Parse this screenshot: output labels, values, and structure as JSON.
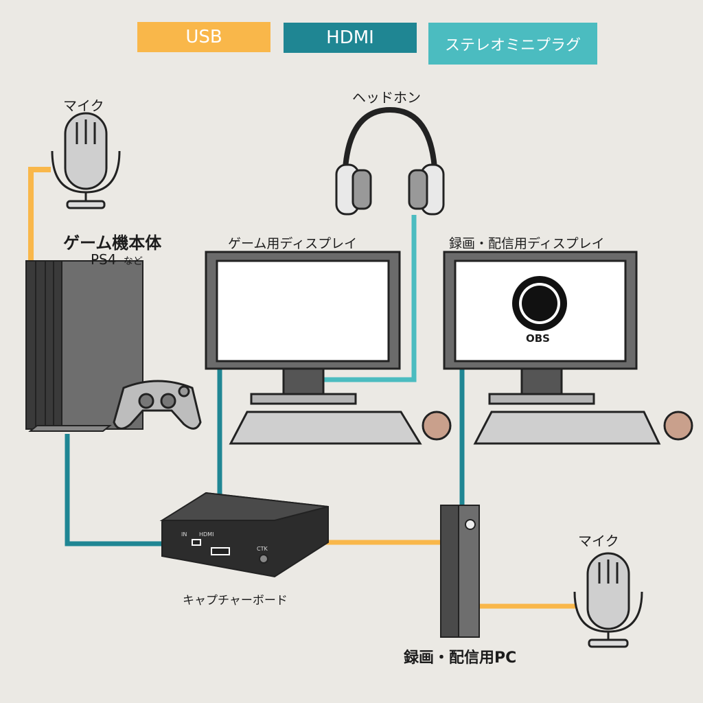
{
  "legend": {
    "usb": {
      "label": "USB",
      "color": "#f9b74a"
    },
    "hdmi": {
      "label": "HDMI",
      "color": "#1f8693"
    },
    "stereo": {
      "label": "ステレオミニプラグ",
      "color": "#4bbcc0"
    }
  },
  "devices": {
    "mic_top": "マイク",
    "headphones": "ヘッドホン",
    "console_title": "ゲーム機本体",
    "console_sub": "PS4",
    "console_sub_small": "など",
    "game_display": "ゲーム用ディスプレイ",
    "rec_display": "録画・配信用ディスプレイ",
    "obs_logo": "OBS",
    "capture_board": "キャプチャーボード",
    "capture_in": "IN",
    "capture_hdmi": "HDMI",
    "capture_ctk": "CTK",
    "pc": "録画・配信用PC",
    "mic_bottom": "マイク"
  }
}
